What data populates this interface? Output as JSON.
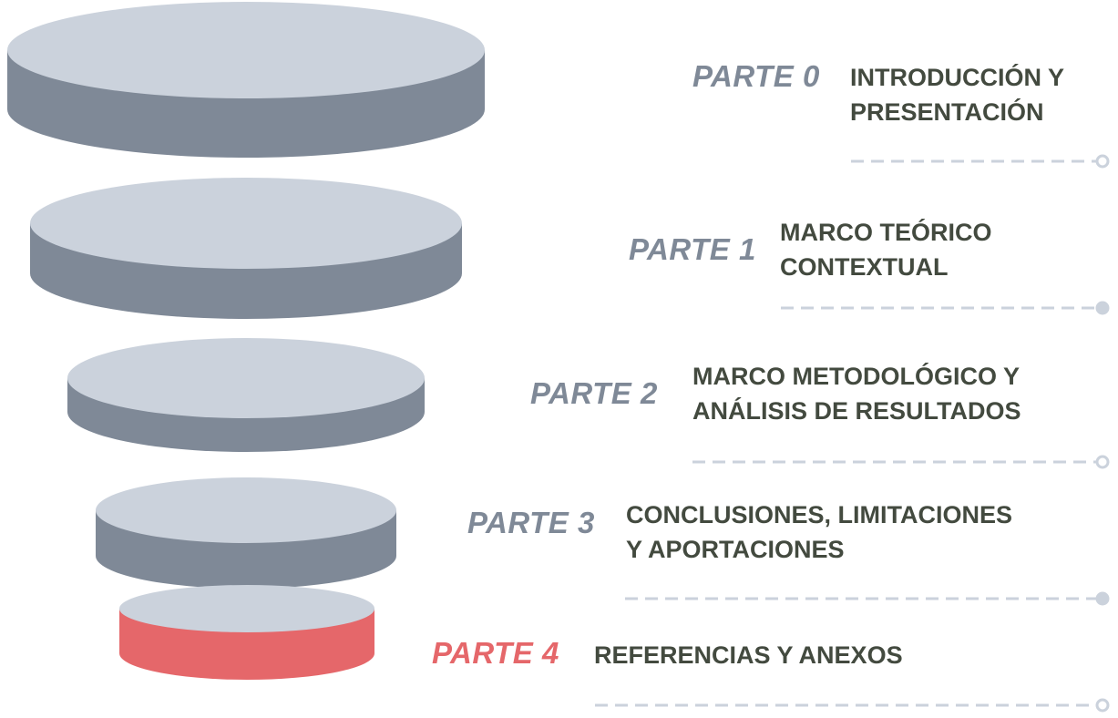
{
  "colors": {
    "tier_side": "#7f8997",
    "tier_top": "#cbd2dc",
    "tier_side_highlight": "#e5676a",
    "tier_top_highlight": "#cbd2dc",
    "part_label": "#7f8997",
    "part_label_highlight": "#e5676a",
    "description": "#434a3f",
    "connector": "#cbd2dc"
  },
  "parts": [
    {
      "label": "PARTE 0",
      "lines": [
        "INTRODUCCIÓN  Y",
        "PRESENTACIÓN"
      ],
      "highlight": false,
      "connector_dot": "open"
    },
    {
      "label": "PARTE 1",
      "lines": [
        "MARCO TEÓRICO",
        "CONTEXTUAL"
      ],
      "highlight": false,
      "connector_dot": "filled"
    },
    {
      "label": "PARTE 2",
      "lines": [
        "MARCO METODOLÓGICO Y",
        "ANÁLISIS DE RESULTADOS"
      ],
      "highlight": false,
      "connector_dot": "open"
    },
    {
      "label": "PARTE 3",
      "lines": [
        "CONCLUSIONES, LIMITACIONES",
        "Y APORTACIONES"
      ],
      "highlight": false,
      "connector_dot": "filled"
    },
    {
      "label": "PARTE 4",
      "lines": [
        "REFERENCIAS Y ANEXOS"
      ],
      "highlight": true,
      "connector_dot": "open"
    }
  ]
}
